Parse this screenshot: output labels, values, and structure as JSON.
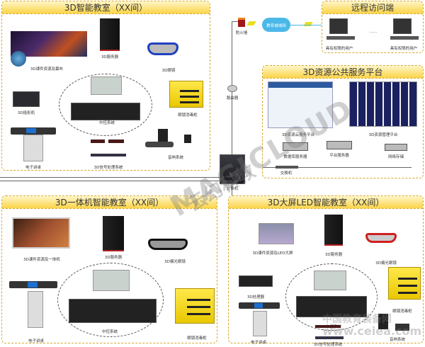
{
  "panels": {
    "smart_classroom": {
      "title": "3D智能教室（XX间）",
      "devices": [
        {
          "name": "courseware-screen",
          "label": "3D课件资源及幕布"
        },
        {
          "name": "server",
          "label": "3D服务器"
        },
        {
          "name": "glasses",
          "label": "3D眼镜"
        },
        {
          "name": "projector",
          "label": "3D投影机"
        },
        {
          "name": "central-control",
          "label": "中控系统"
        },
        {
          "name": "disinfection-cabinet",
          "label": "眼镜消毒柜"
        },
        {
          "name": "e-podium",
          "label": "电子讲桌"
        },
        {
          "name": "signal-processing",
          "label": "3D信号处理系统"
        },
        {
          "name": "audio-system",
          "label": "音响系统"
        }
      ]
    },
    "remote_access": {
      "title": "远程访问端",
      "users": [
        "具有权限的用户",
        "具有权限的用户"
      ],
      "ellipsis": "……"
    },
    "resource_platform": {
      "title": "3D资源公共服务平台",
      "items": [
        {
          "name": "cloud-service-platform",
          "label": "3D资源云服务平台"
        },
        {
          "name": "management-platform",
          "label": "3D资源管理平台"
        },
        {
          "name": "database-server",
          "label": "数据库服务器"
        },
        {
          "name": "platform-server",
          "label": "平台服务器"
        },
        {
          "name": "network-storage",
          "label": "网络存储"
        },
        {
          "name": "switch",
          "label": "交换机"
        }
      ]
    },
    "all_in_one_classroom": {
      "title": "3D一体机智能教室（XX间）",
      "devices": [
        {
          "name": "all-in-one",
          "label": "3D课件资源及一体机"
        },
        {
          "name": "server",
          "label": "3D服务器"
        },
        {
          "name": "polarized-glasses",
          "label": "3D偏光眼镜"
        },
        {
          "name": "e-podium",
          "label": "电子讲桌"
        },
        {
          "name": "central-control",
          "label": "中控系统"
        },
        {
          "name": "disinfection-cabinet",
          "label": "眼镜消毒柜"
        }
      ]
    },
    "led_classroom": {
      "title": "3D大屏LED智能教室（XX间）",
      "devices": [
        {
          "name": "led-screen",
          "label": "3D课件资源及LED大屏"
        },
        {
          "name": "server",
          "label": "3D服务器"
        },
        {
          "name": "polarized-glasses",
          "label": "3D偏光眼镜"
        },
        {
          "name": "processor",
          "label": "3D处理器"
        },
        {
          "name": "central-control",
          "label": "中控系统"
        },
        {
          "name": "disinfection-cabinet",
          "label": "眼镜消毒柜"
        },
        {
          "name": "e-podium",
          "label": "电子讲桌"
        },
        {
          "name": "signal-processing",
          "label": "3D信号处理系统"
        },
        {
          "name": "audio-system",
          "label": "音响系统"
        }
      ]
    }
  },
  "network": {
    "firewall": "防火墙",
    "edu_network": "教育城域网",
    "router": "路由器",
    "core_switch": "交换机"
  },
  "watermarks": {
    "brand_en": "MAGICLOUD",
    "brand_cn": "云幻科教",
    "site_cn": "中国教育装备网",
    "site_url": "www.ceiea.com"
  }
}
